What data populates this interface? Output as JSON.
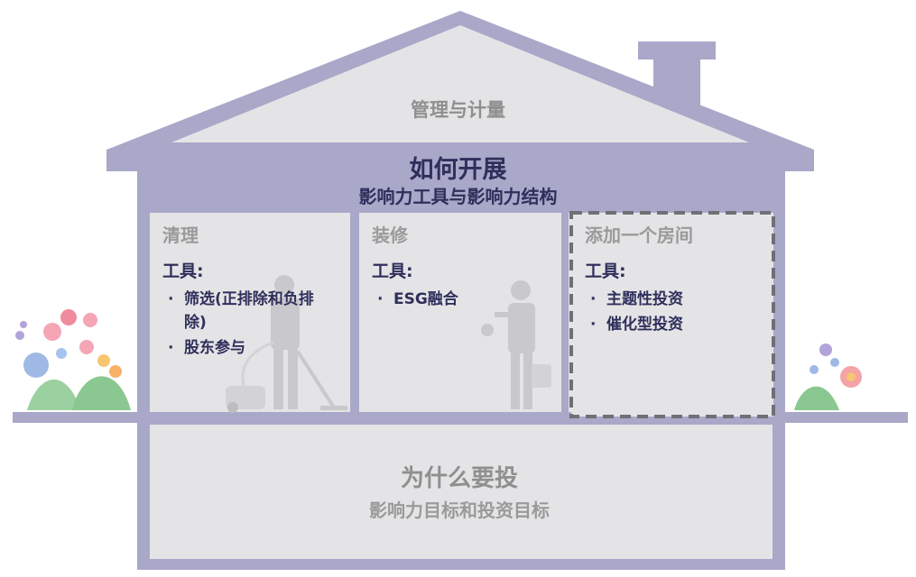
{
  "roof": {
    "title": "管理与计量"
  },
  "band": {
    "title": "如何开展",
    "subtitle": "影响力工具与影响力结构"
  },
  "rooms": [
    {
      "title": "清理",
      "tools_label": "工具:",
      "items": [
        "筛选(正排除和负排除)",
        "股东参与"
      ]
    },
    {
      "title": "装修",
      "tools_label": "工具:",
      "items": [
        "ESG融合"
      ]
    },
    {
      "title": "添加一个房间",
      "tools_label": "工具:",
      "items": [
        "主题性投资",
        "催化型投资"
      ]
    }
  ],
  "basement": {
    "title": "为什么要投",
    "subtitle": "影响力目标和投资目标"
  },
  "colors": {
    "frame": "#a9a8c9",
    "fill": "#e4e4e6",
    "text_dark": "#2f2f5c",
    "text_gray": "#8f8f8f"
  },
  "icons": [
    "house-frame-illustration",
    "cleaner-figure-icon",
    "vacuum-icon",
    "painter-figure-icon",
    "paint-bucket-icon",
    "flowers-left-icon",
    "flowers-right-icon"
  ]
}
